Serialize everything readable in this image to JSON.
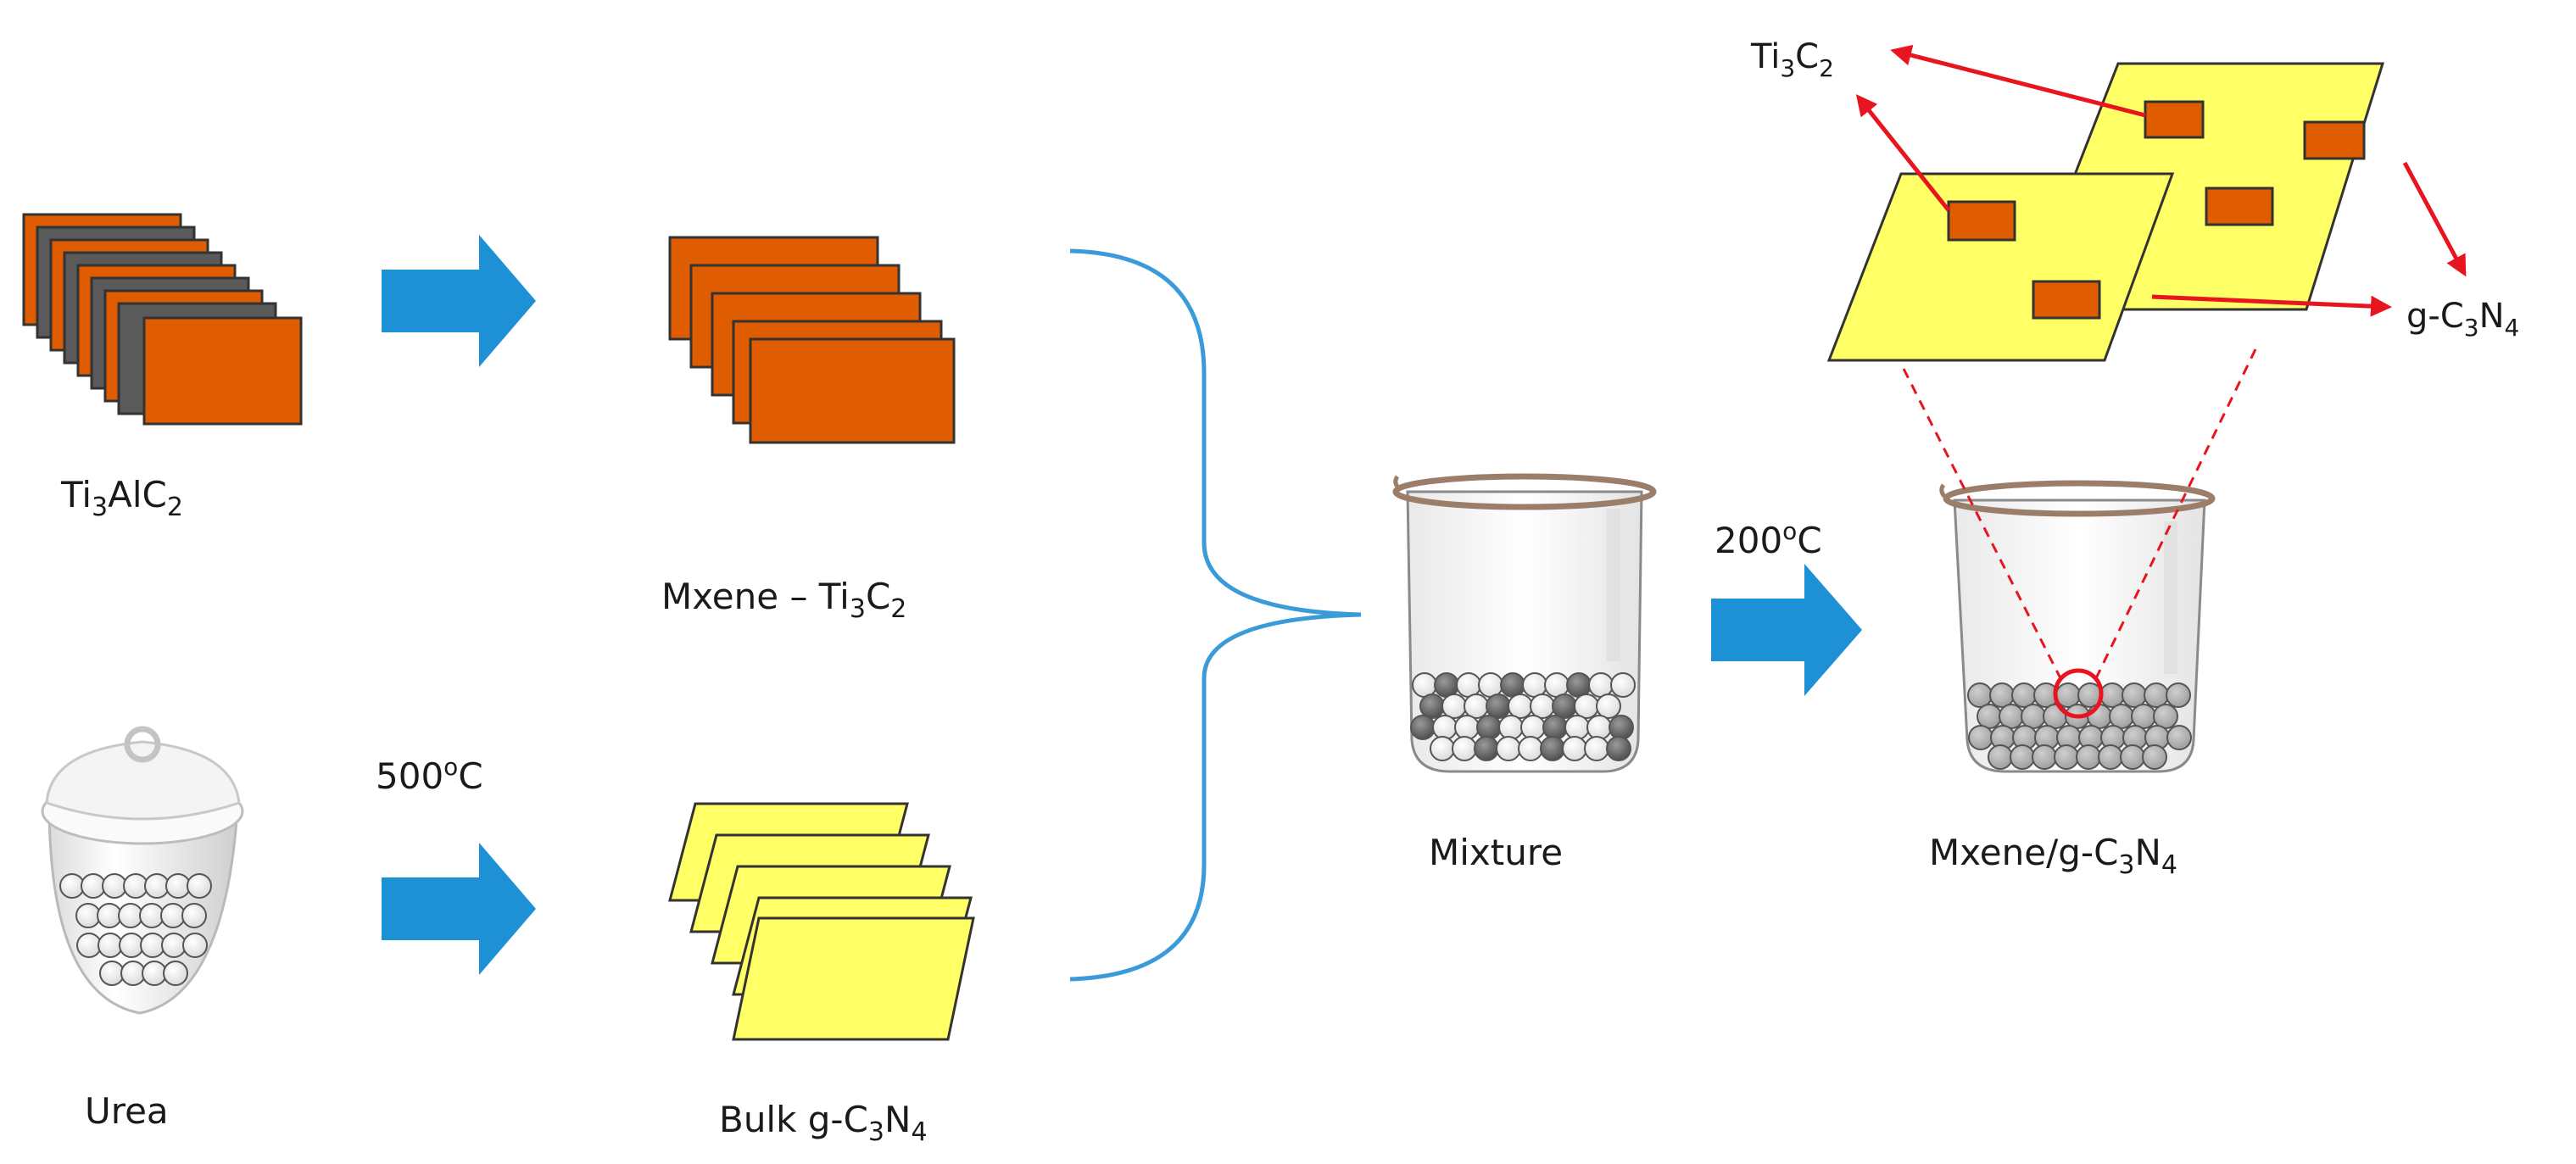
{
  "labels": {
    "ti3alc2": {
      "base": "Ti",
      "s1": "3",
      "mid": "AlC",
      "s2": "2"
    },
    "mxene": {
      "base": "Mxene – Ti",
      "s1": "3",
      "mid": "C",
      "s2": "2"
    },
    "urea": "Urea",
    "temp1": {
      "base": "500",
      "sup": "o",
      "tail": "C"
    },
    "bulk": {
      "base": "Bulk g-C",
      "s1": "3",
      "mid": "N",
      "s2": "4"
    },
    "mixture": "Mixture",
    "temp2": {
      "base": "200",
      "sup": "o",
      "tail": "C"
    },
    "composite": {
      "base": "Mxene/g-C",
      "s1": "3",
      "mid": "N",
      "s2": "4"
    },
    "inset_ti3c2": {
      "base": "Ti",
      "s1": "3",
      "mid": "C",
      "s2": "2"
    },
    "inset_gc3n4": {
      "base": "g-C",
      "s1": "3",
      "mid": "N",
      "s2": "4"
    }
  },
  "colors": {
    "mxene_sheet": "#e05c00",
    "al_layer": "#5a5a5a",
    "gcn_sheet": "#ffff66",
    "process_arrow": "#1e90d6",
    "bracket": "#3a9bd8",
    "callout": "#e8141e",
    "beaker_rim": "#9b7e6a"
  }
}
